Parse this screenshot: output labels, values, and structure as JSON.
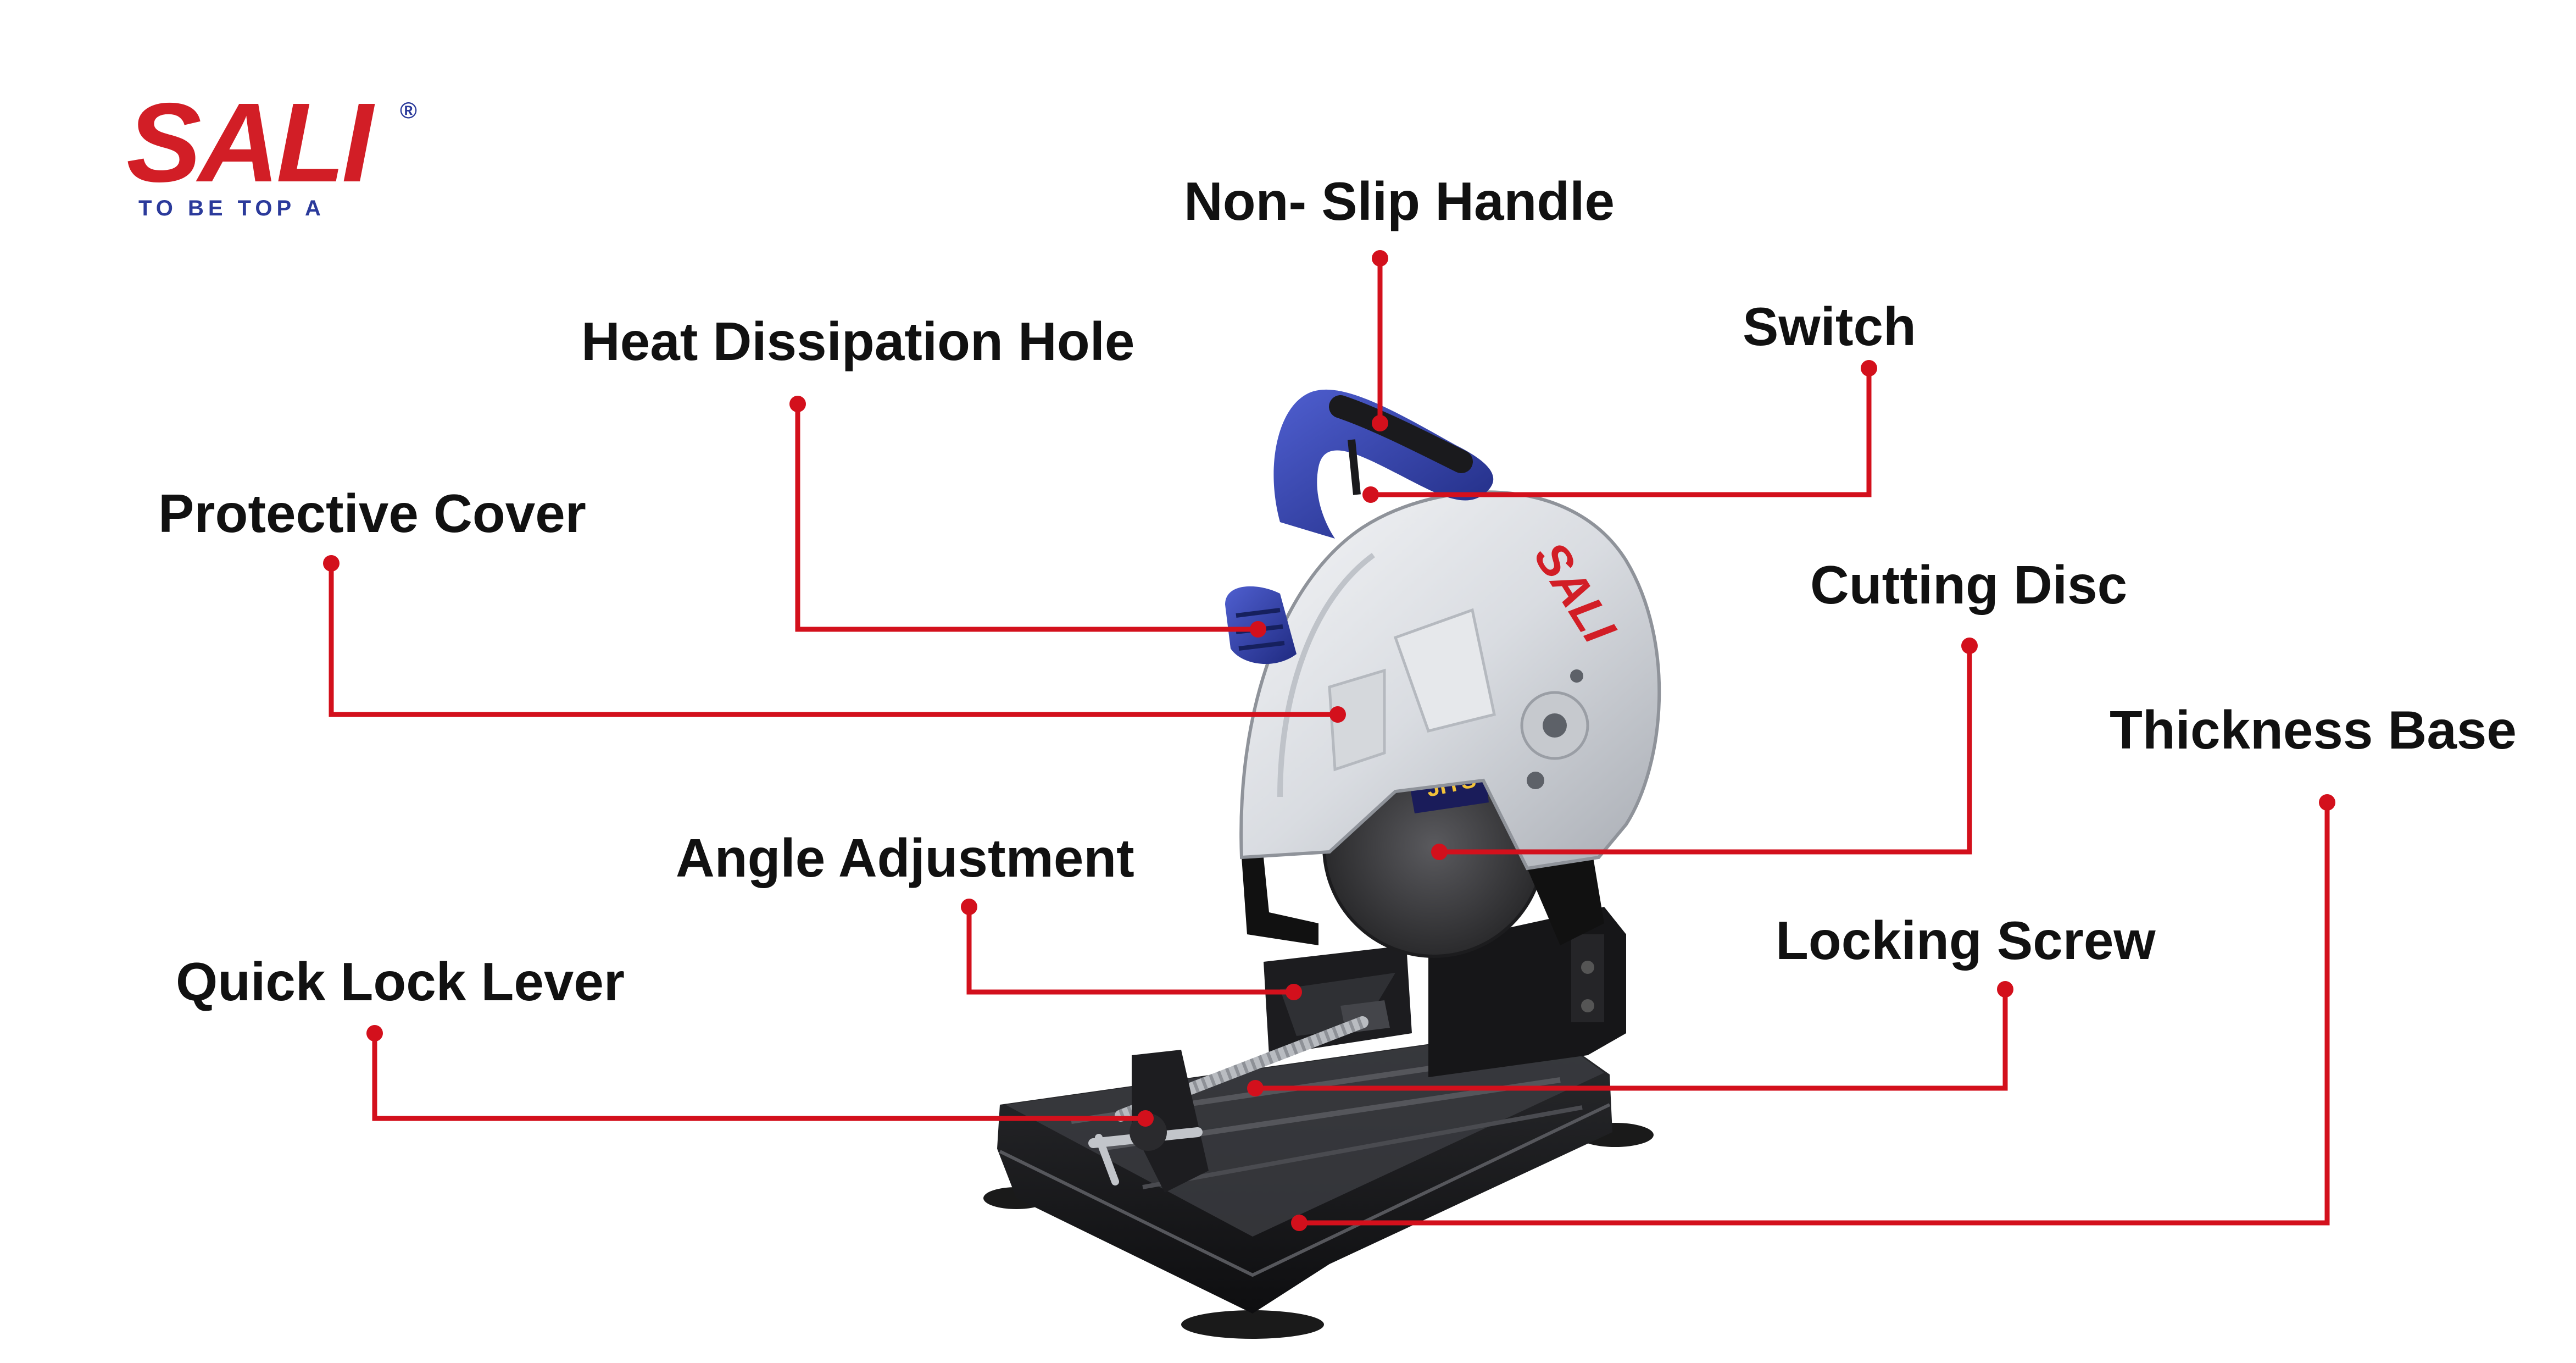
{
  "logo": {
    "brand": "SALI",
    "registered": "®",
    "tagline": "TO BE TOP A"
  },
  "disc_brand": "SALI",
  "blade_mark": "JIYS",
  "colors": {
    "brand_red": "#d21e26",
    "brand_blue": "#2b3a9b",
    "leader": "#d3101c",
    "label": "#111111"
  },
  "labels": [
    {
      "id": "non-slip-handle",
      "text": "Non- Slip Handle"
    },
    {
      "id": "switch",
      "text": "Switch"
    },
    {
      "id": "heat-dissipation-hole",
      "text": "Heat Dissipation Hole"
    },
    {
      "id": "protective-cover",
      "text": "Protective Cover"
    },
    {
      "id": "cutting-disc",
      "text": "Cutting Disc"
    },
    {
      "id": "thickness-base",
      "text": "Thickness Base"
    },
    {
      "id": "angle-adjustment",
      "text": "Angle Adjustment"
    },
    {
      "id": "locking-screw",
      "text": "Locking Screw"
    },
    {
      "id": "quick-lock-lever",
      "text": "Quick Lock Lever"
    }
  ]
}
